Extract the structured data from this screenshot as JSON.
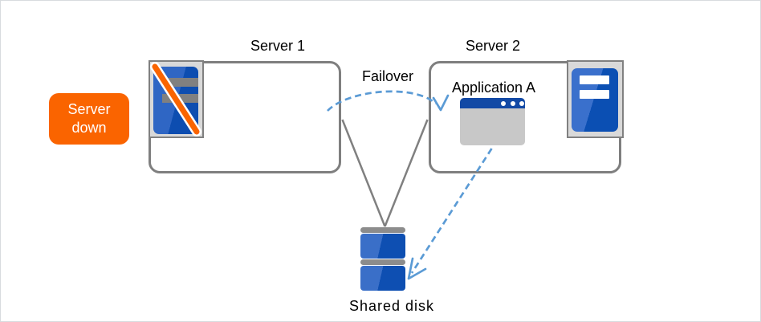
{
  "diagram": {
    "server1": {
      "title": "Server 1",
      "icon": "server-down-icon",
      "status": "down"
    },
    "server2": {
      "title": "Server 2",
      "icon": "server-icon",
      "application_label": "Application A",
      "application_icon": "app-window-icon"
    },
    "failover_label": "Failover",
    "shared_disk_label": "Shared disk",
    "status_badge": "Server down"
  },
  "arrows": {
    "failover": {
      "label": "Failover",
      "from": "Server 1",
      "to": "Server 2",
      "style": "dashed",
      "color": "#5b9bd5"
    },
    "disk_access": {
      "from": "Application A",
      "to": "Shared disk",
      "style": "dashed",
      "color": "#5b9bd5"
    }
  },
  "links": {
    "server1_to_disk": {
      "from": "Server 1",
      "to": "Shared disk",
      "style": "solid",
      "color": "#808080"
    },
    "server2_to_disk": {
      "from": "Server 2",
      "to": "Shared disk",
      "style": "solid",
      "color": "#808080"
    }
  },
  "colors": {
    "arrow_blue": "#5b9bd5",
    "server_blue_light": "#3a70cc",
    "server_blue_dark": "#0b4fb3",
    "window_titlebar_blue": "#1249a5",
    "window_body_gray": "#c8c8c8",
    "icon_frame_gray": "#d9d9d9",
    "icon_frame_border": "#808080",
    "box_border_gray": "#7f7f7f",
    "disk_cap_gray": "#8c8c8c",
    "alert_orange": "#fa6400",
    "down_slash_orange": "#fa6400",
    "text_black": "#000000",
    "background": "#ffffff"
  }
}
